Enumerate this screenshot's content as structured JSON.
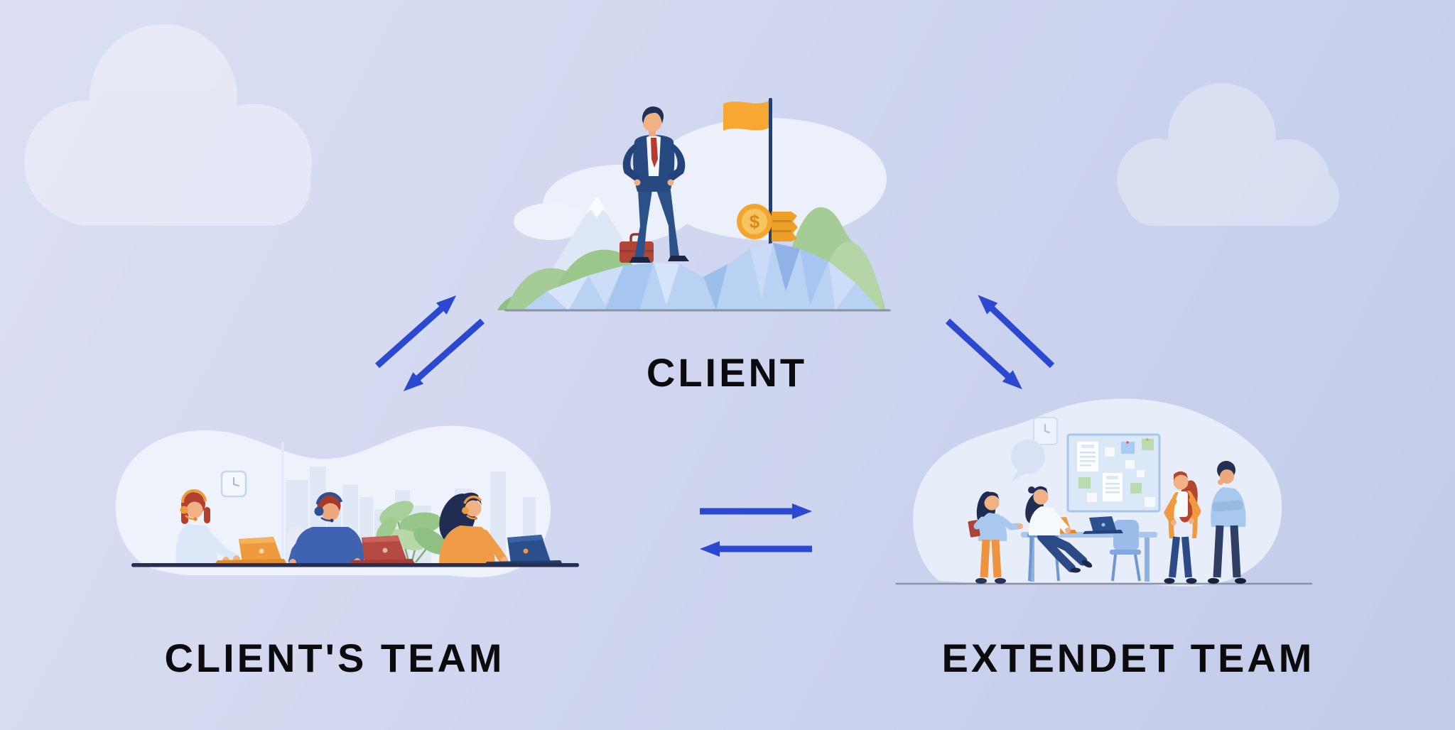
{
  "diagram": {
    "type": "triangle-relationship",
    "nodes": {
      "client": {
        "label": "CLIENT",
        "scene": "businessman standing on a mountain peak with goal flag, dollar coins and briefcase"
      },
      "clients_team": {
        "label": "CLIENT'S TEAM",
        "scene": "three support agents with headsets working on laptops at a shared desk"
      },
      "extendet_team": {
        "label": "EXTENDET TEAM",
        "scene": "four team members collaborating in an office with a task board, desk and laptops"
      }
    },
    "edges": [
      {
        "from": "clients_team",
        "to": "client",
        "bidirectional": true
      },
      {
        "from": "client",
        "to": "extendet_team",
        "bidirectional": true
      },
      {
        "from": "clients_team",
        "to": "extendet_team",
        "bidirectional": true
      }
    ],
    "colors": {
      "arrow": "#2a49d0",
      "label": "#0b0b0d",
      "background_top": "#dcdff3",
      "background_bottom": "#c3cbe9",
      "cloud": "#e0e4f6",
      "flag": "#f6a833",
      "money": "#f3a62e",
      "suit": "#26497f",
      "desk": "#272e4f"
    }
  }
}
